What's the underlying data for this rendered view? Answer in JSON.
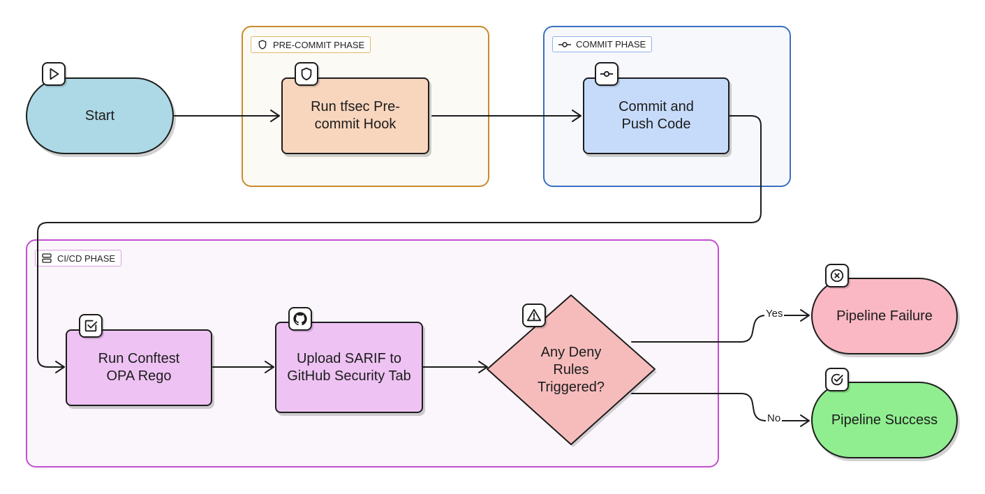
{
  "phases": {
    "precommit": {
      "label": "PRE-COMMIT PHASE",
      "icon": "shield-icon",
      "border": "#c98a2e",
      "fill": "#fcfaf4"
    },
    "commit": {
      "label": "COMMIT PHASE",
      "icon": "git-commit-icon",
      "border": "#3a6fc4",
      "fill": "#f7f8fb"
    },
    "cicd": {
      "label": "CI/CD PHASE",
      "icon": "server-icon",
      "border": "#c24fd0",
      "fill": "#fbf6fb"
    }
  },
  "nodes": {
    "start": {
      "label": "Start",
      "icon": "play-icon",
      "fill": "#add8e6"
    },
    "tfsec": {
      "label": "Run tfsec Pre-commit Hook",
      "icon": "shield-icon",
      "fill": "#f8d5bd"
    },
    "commit_push": {
      "label": "Commit and Push Code",
      "icon": "git-commit-icon",
      "fill": "#c6dbfa"
    },
    "conftest": {
      "label": "Run Conftest OPA Rego",
      "icon": "checkbox-icon",
      "fill": "#eec2f3"
    },
    "sarif": {
      "label": "Upload SARIF to GitHub Security Tab",
      "icon": "github-icon",
      "fill": "#eec2f3"
    },
    "deny": {
      "label": "Any Deny Rules Triggered?",
      "icon": "warning-icon",
      "fill": "#f6bcbc"
    },
    "failure": {
      "label": "Pipeline Failure",
      "icon": "x-circle-icon",
      "fill": "#f9b8c3"
    },
    "success": {
      "label": "Pipeline Success",
      "icon": "check-circle-icon",
      "fill": "#90ee90"
    }
  },
  "edges": {
    "yes_label": "Yes",
    "no_label": "No"
  }
}
